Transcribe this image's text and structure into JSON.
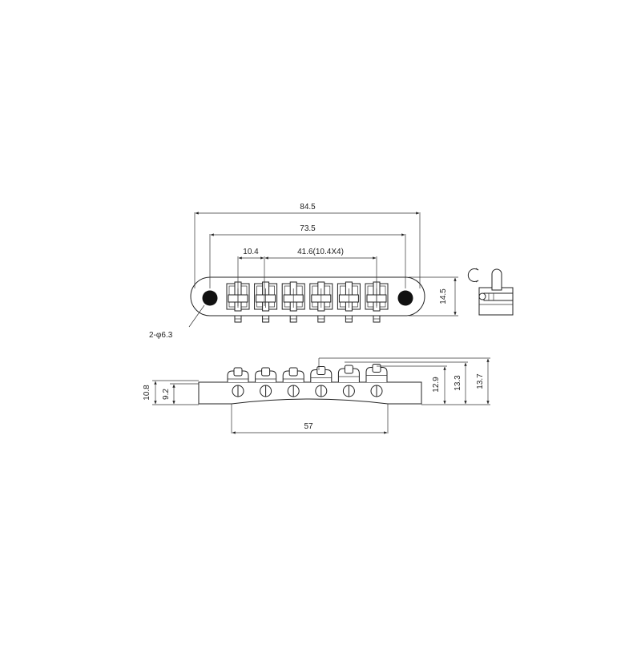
{
  "dimensions": {
    "overall_length": "84.5",
    "post_spacing": "73.5",
    "saddle_pitch": "10.4",
    "saddle_span": "41.6(10.4X4)",
    "body_height": "14.5",
    "post_hole": "2-φ6.3",
    "end_height_outer": "10.8",
    "end_height_inner": "9.2",
    "saddle_height_low": "12.9",
    "saddle_height_mid": "13.3",
    "saddle_height_high": "13.7",
    "arch_width": "57"
  },
  "saddles": [
    1,
    2,
    3,
    4,
    5,
    6
  ]
}
